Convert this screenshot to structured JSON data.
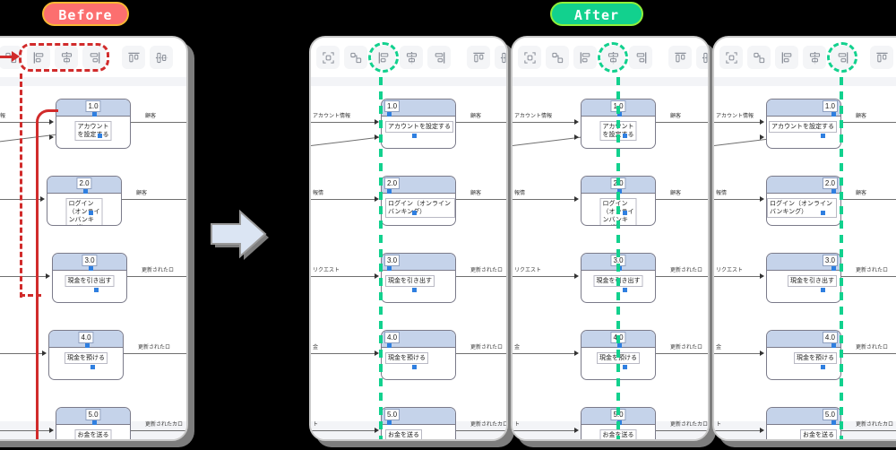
{
  "labels": {
    "before": "Before",
    "after": "After"
  },
  "colors": {
    "before_badge_bg": "#fc6f6f",
    "before_badge_border": "#f7b733",
    "after_badge_bg": "#12d18e",
    "after_badge_border": "#8ff03a",
    "guide_green": "#12d18e",
    "guide_red": "#d12b2b",
    "node_header": "#c5d3ea",
    "handle": "#2f7fe0",
    "arrow_fill": "#d6e2f2",
    "arrow_shadow": "#7d7d7d"
  },
  "toolbar": {
    "icons": [
      {
        "name": "fit-to-frame-icon",
        "label": "Fit to frame"
      },
      {
        "name": "group-shapes-icon",
        "label": "Group shapes"
      },
      {
        "name": "align-left-icon",
        "label": "Align left"
      },
      {
        "name": "align-center-horizontal-icon",
        "label": "Align center"
      },
      {
        "name": "align-right-icon",
        "label": "Align right"
      },
      {
        "name": "align-top-icon",
        "label": "Align top"
      },
      {
        "name": "align-middle-vertical-icon",
        "label": "Align middle"
      }
    ]
  },
  "nodes": [
    {
      "num": "1.0",
      "text": "アカウントを設定する"
    },
    {
      "num": "2.0",
      "text": "ログイン（オンラインバンキング）"
    },
    {
      "num": "3.0",
      "text": "現金を引き出す"
    },
    {
      "num": "4.0",
      "text": "現金を預ける"
    },
    {
      "num": "5.0",
      "text": "お金を送る"
    }
  ],
  "edge_labels": {
    "left": [
      "アカウント情報",
      "報情",
      "リクエスト",
      "金",
      "ト",
      "エスト"
    ],
    "right": [
      "顧客",
      "顧客",
      "更新されたロ",
      "更新されたロ",
      "更新されたカロ"
    ]
  },
  "panels": [
    {
      "id": "before",
      "badge": "Before",
      "highlight": "align-group",
      "guide": "red",
      "alignment": "none"
    },
    {
      "id": "after-1",
      "badge": "After",
      "highlight": "align-left-icon",
      "guide": "green",
      "alignment": "left"
    },
    {
      "id": "after-2",
      "badge": "After",
      "highlight": "align-center-horizontal-icon",
      "guide": "green",
      "alignment": "center"
    },
    {
      "id": "after-3",
      "badge": "After",
      "highlight": "align-right-icon",
      "guide": "green",
      "alignment": "right"
    }
  ]
}
